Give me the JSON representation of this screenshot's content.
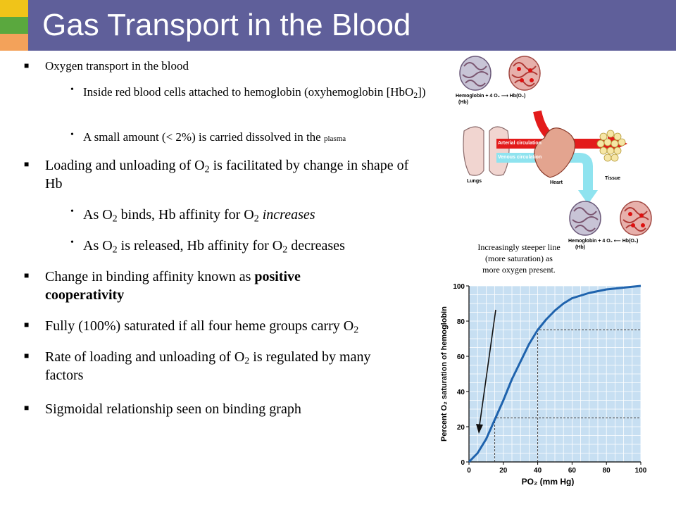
{
  "title": "Gas Transport in the Blood",
  "colors": {
    "header": "#5f5f9a",
    "accent_yellow": "#f0c419",
    "accent_green": "#5aa83e",
    "accent_orange": "#f3a25a",
    "plot_bg": "#c7dff2",
    "curve": "#1f63ad"
  },
  "bullets": {
    "b1": "Oxygen transport in the blood",
    "b1a": "Inside red blood cells attached to hemoglobin (oxyhemoglobin [HbO",
    "b1a_sub": "2",
    "b1a_end": "])",
    "b1b": "A small amount (< 2%) is carried dissolved in the ",
    "b1b_small": "plasma",
    "b2a": "Loading and unloading of O",
    "b2_sub": "2",
    "b2b": " is facilitated by change in shape of Hb",
    "b2a1": "As O",
    "b2a_sub1": "2",
    "b2a2": " binds, Hb affinity for O",
    "b2a_sub2": "2",
    "b2a3": "increases",
    "b2b1": "As O",
    "b2b_sub1": "2",
    "b2b2": " is released, Hb affinity for O",
    "b2b_sub2": "2",
    "b2b3": " decreases",
    "b3a": "Change in binding affinity known as ",
    "b3b": "positive cooperativity",
    "b4": "Fully (100%) saturated if all four heme groups carry O",
    "b4_sub": "2",
    "b5a": "Rate of loading and unloading of O",
    "b5_sub": "2",
    "b5b": " is regulated by many factors",
    "b6": "Sigmoidal relationship seen on binding graph"
  },
  "diagram": {
    "top_eq": "Hemoglobin + 4 O₂ ⟶ Hb(O₂)",
    "top_hb": "(Hb)",
    "arterial": "Arterial circulation",
    "venous": "Venous circulation",
    "lungs": "Lungs",
    "heart": "Heart",
    "tissue": "Tissue",
    "bottom_eq": "Hemoglobin + 4 O₂ ⟵ Hb(O₂)",
    "bottom_hb": "(Hb)"
  },
  "annotation": "Increasingly steeper line (more saturation) as more oxygen present.",
  "chart_data": {
    "type": "line",
    "xlabel": "PO₂ (mm Hg)",
    "ylabel": "Percent O₂ saturation of hemoglobin",
    "xlim": [
      0,
      100
    ],
    "ylim": [
      0,
      100
    ],
    "xticks": [
      0,
      20,
      40,
      60,
      80,
      100
    ],
    "yticks": [
      0,
      20,
      40,
      60,
      80,
      100
    ],
    "grid": true,
    "x": [
      0,
      5,
      10,
      15,
      20,
      25,
      30,
      35,
      40,
      45,
      50,
      55,
      60,
      70,
      80,
      90,
      100
    ],
    "y": [
      0,
      5,
      13,
      24,
      35,
      47,
      57,
      67,
      75,
      81,
      86,
      90,
      93,
      96,
      98,
      99,
      100
    ],
    "reference_points": [
      {
        "x": 15,
        "y": 25
      },
      {
        "x": 40,
        "y": 75
      }
    ]
  }
}
